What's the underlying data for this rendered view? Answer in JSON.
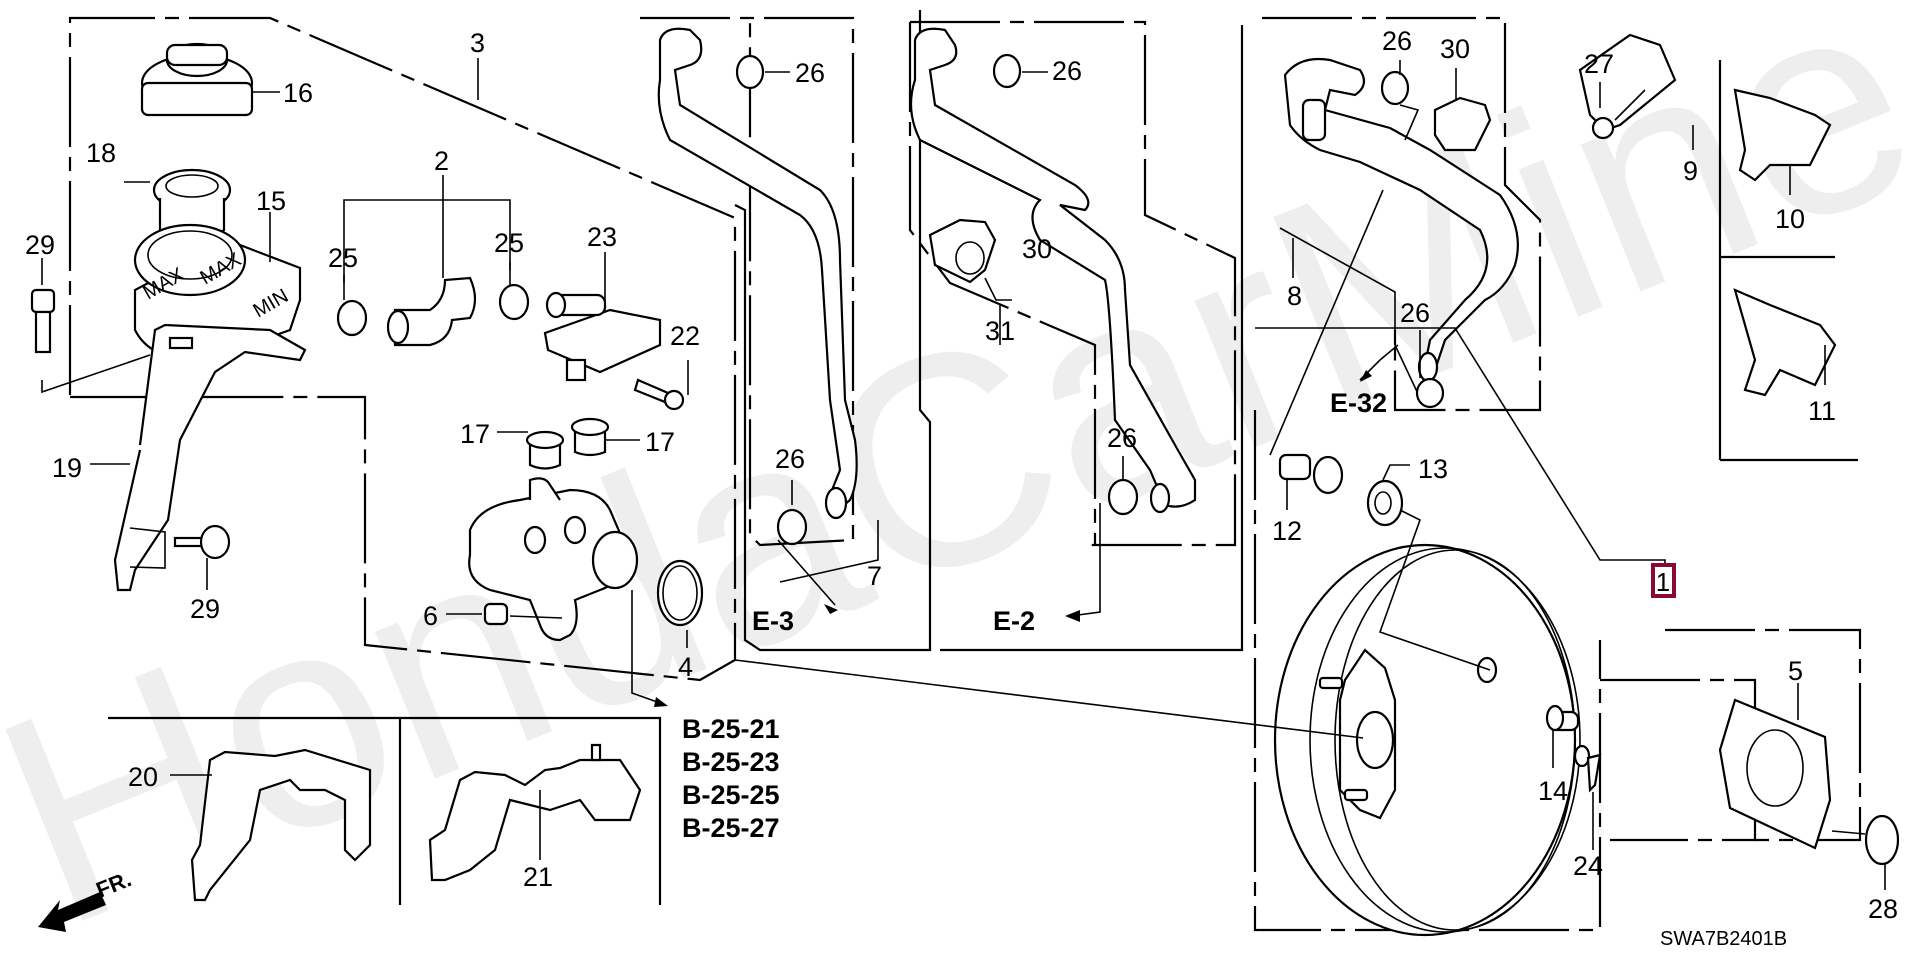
{
  "diagram": {
    "title": "Brake Master Cylinder / Master Power (Brake Booster) Parts Diagram",
    "watermark": "HondaCarMine.ru",
    "code": "SWA7B2401B",
    "direction_indicator": "FR.",
    "assembly_label": {
      "number": "1",
      "box_color": "#8b0a33"
    },
    "part_labels": {
      "p1": "1",
      "p2": "2",
      "p3": "3",
      "p4": "4",
      "p5": "5",
      "p6": "6",
      "p7": "7",
      "p8": "8",
      "p9": "9",
      "p10": "10",
      "p11": "11",
      "p12": "12",
      "p13": "13",
      "p14": "14",
      "p15": "15",
      "p16": "16",
      "p17a": "17",
      "p17b": "17",
      "p18": "18",
      "p19": "19",
      "p20": "20",
      "p21": "21",
      "p22": "22",
      "p23": "23",
      "p24": "24",
      "p25a": "25",
      "p25b": "25",
      "p26a": "26",
      "p26b": "26",
      "p26c": "26",
      "p26d": "26",
      "p26e": "26",
      "p26f": "26",
      "p27": "27",
      "p28": "28",
      "p29a": "29",
      "p29b": "29",
      "p30a": "30",
      "p30b": "30",
      "p31": "31"
    },
    "reservoir_marks": {
      "max1": "MAX",
      "max2": "MAX",
      "min": "MIN"
    },
    "section_refs": {
      "e3": "E-3",
      "e2": "E-2",
      "e32": "E-32",
      "b_refs": [
        "B-25-21",
        "B-25-23",
        "B-25-25",
        "B-25-27"
      ]
    }
  }
}
